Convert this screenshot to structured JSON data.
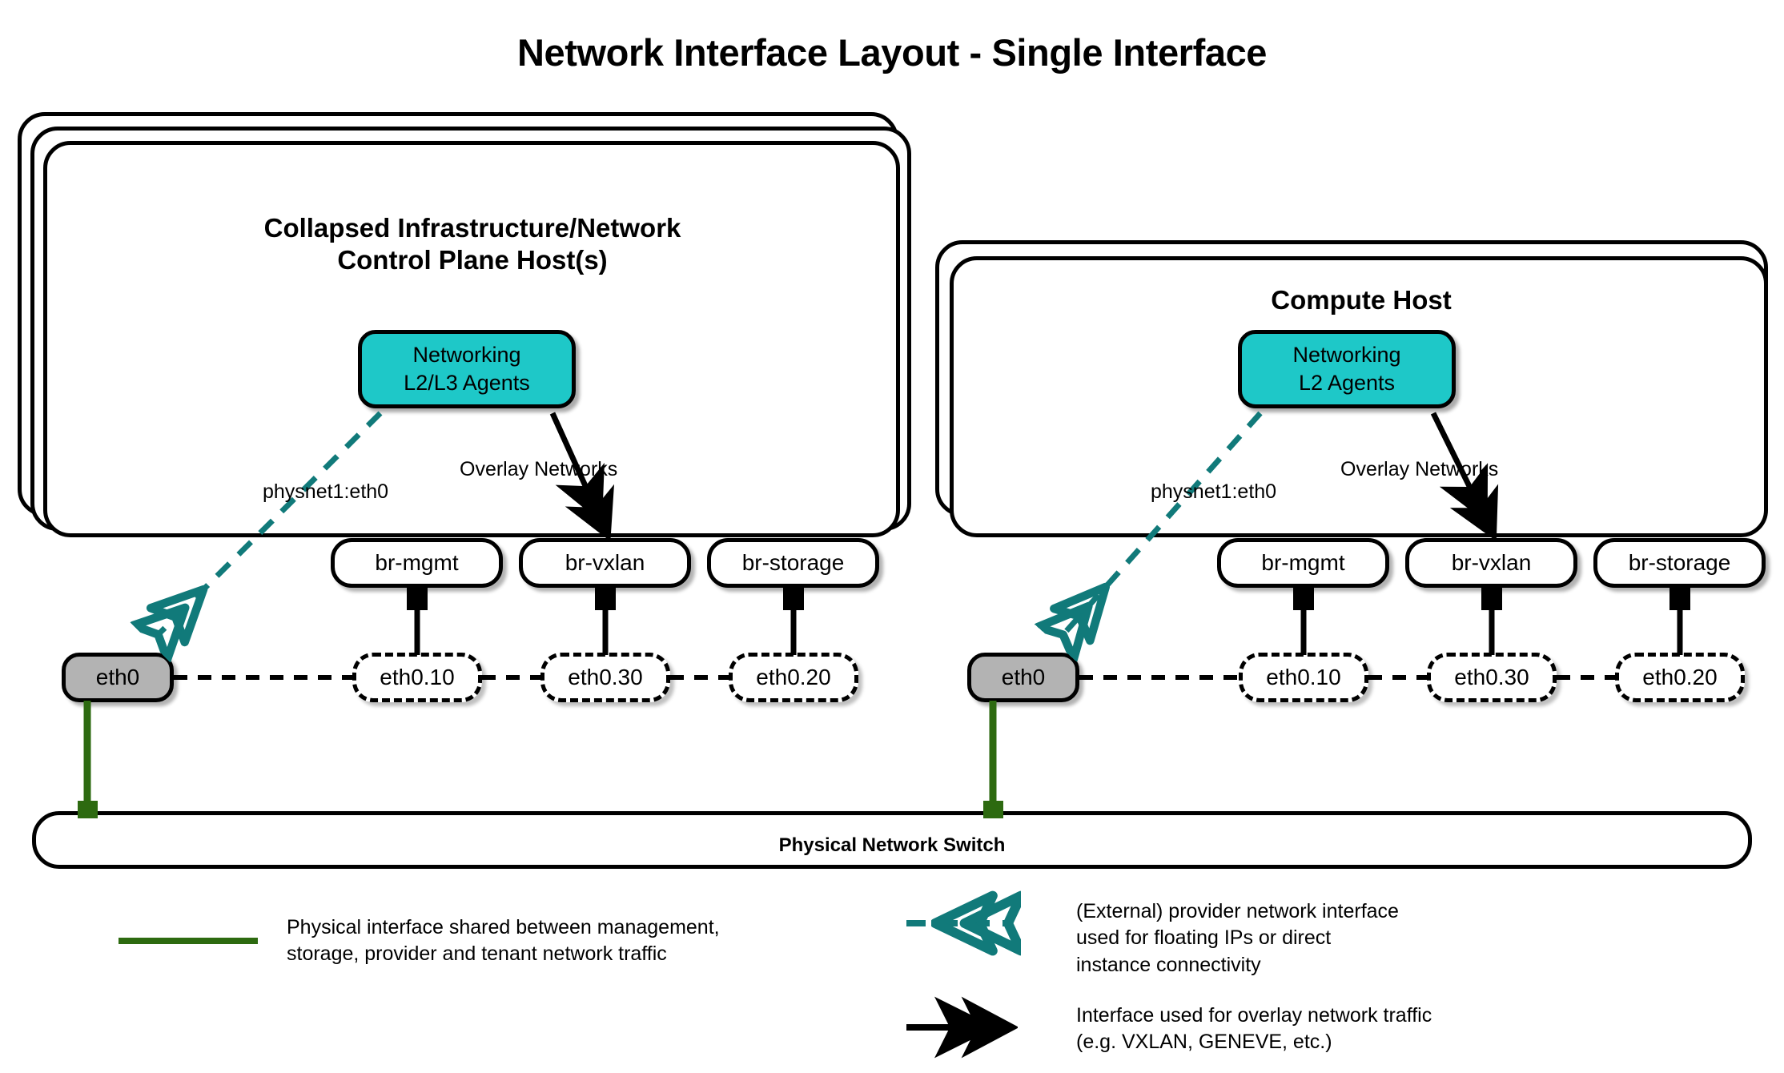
{
  "title": "Network Interface Layout - Single Interface",
  "colors": {
    "agents_fill": "#1ec8c8",
    "physical_nic_fill": "#b3b3b3",
    "provider_link": "#117a7a",
    "physical_link": "#2d6a10",
    "stroke": "#000000",
    "background": "#ffffff"
  },
  "hosts": [
    {
      "id": "control-plane",
      "title": "Collapsed Infrastructure/Network\nControl Plane Host(s)",
      "stack_layers": 3,
      "agents": {
        "label": "Networking\nL2/L3 Agents"
      },
      "edge_labels": {
        "provider": "physnet1:eth0",
        "overlay": "Overlay Networks"
      },
      "physical_nic": "eth0",
      "bridges": [
        "br-mgmt",
        "br-vxlan",
        "br-storage"
      ],
      "vlan_interfaces": [
        "eth0.10",
        "eth0.30",
        "eth0.20"
      ]
    },
    {
      "id": "compute",
      "title": "Compute Host",
      "stack_layers": 2,
      "agents": {
        "label": "Networking\nL2 Agents"
      },
      "edge_labels": {
        "provider": "physnet1:eth0",
        "overlay": "Overlay Networks"
      },
      "physical_nic": "eth0",
      "bridges": [
        "br-mgmt",
        "br-vxlan",
        "br-storage"
      ],
      "vlan_interfaces": [
        "eth0.10",
        "eth0.30",
        "eth0.20"
      ]
    }
  ],
  "switch": {
    "label": "Physical Network Switch"
  },
  "legend": [
    {
      "id": "physical-interface",
      "swatch": "solid-green-line",
      "text": "Physical interface shared between management,\nstorage, provider and tenant network traffic"
    },
    {
      "id": "provider-interface",
      "swatch": "dashed-teal-arrow",
      "text": "(External) provider network interface\nused for floating IPs or direct\ninstance connectivity"
    },
    {
      "id": "overlay-interface",
      "swatch": "solid-black-arrow",
      "text": "Interface used for overlay network traffic\n(e.g. VXLAN, GENEVE, etc.)"
    }
  ]
}
